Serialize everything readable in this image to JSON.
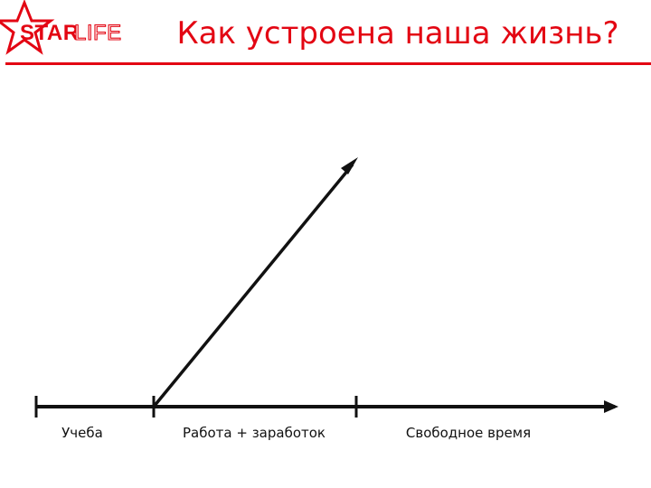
{
  "header": {
    "logo_text": "STARLIFE",
    "title": "Как устроена наша жизнь?"
  },
  "colors": {
    "accent": "#e30613",
    "line": "#111111",
    "background": "#ffffff"
  },
  "diagram": {
    "stages": [
      {
        "label": "Учеба"
      },
      {
        "label": "Работа + заработок"
      },
      {
        "label": "Свободное время"
      }
    ]
  }
}
